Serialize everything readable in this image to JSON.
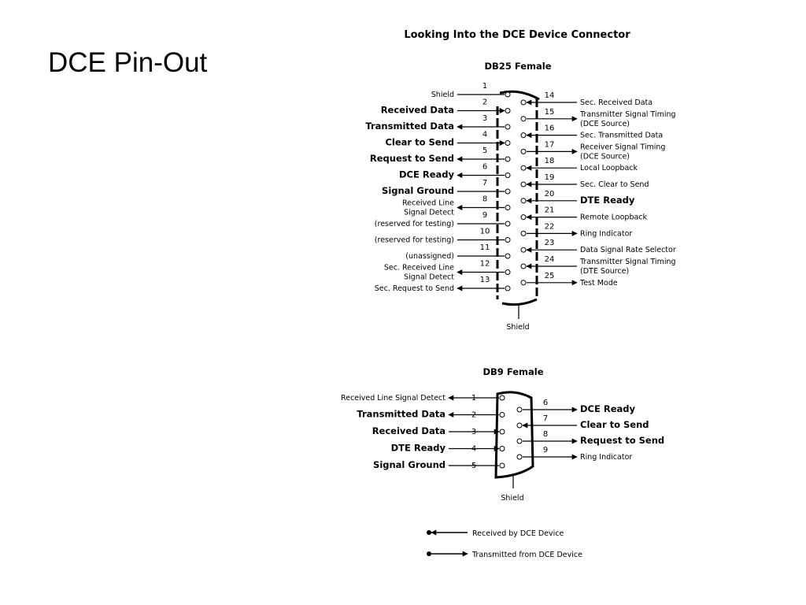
{
  "slide_title": "DCE Pin-Out",
  "diagram_title": "Looking Into the DCE Device Connector",
  "db25": {
    "heading": "DB25 Female",
    "shield_label": "Shield",
    "left_pins": [
      {
        "pin": "1",
        "lines": [
          "Shield"
        ],
        "bold": false,
        "dir": "none"
      },
      {
        "pin": "2",
        "lines": [
          "Received Data"
        ],
        "bold": true,
        "dir": "in"
      },
      {
        "pin": "3",
        "lines": [
          "Transmitted Data"
        ],
        "bold": true,
        "dir": "out"
      },
      {
        "pin": "4",
        "lines": [
          "Clear to Send"
        ],
        "bold": true,
        "dir": "in"
      },
      {
        "pin": "5",
        "lines": [
          "Request to Send"
        ],
        "bold": true,
        "dir": "out"
      },
      {
        "pin": "6",
        "lines": [
          "DCE Ready"
        ],
        "bold": true,
        "dir": "out"
      },
      {
        "pin": "7",
        "lines": [
          "Signal Ground"
        ],
        "bold": true,
        "dir": "none"
      },
      {
        "pin": "8",
        "lines": [
          "Received Line",
          "Signal Detect"
        ],
        "bold": false,
        "dir": "out"
      },
      {
        "pin": "9",
        "lines": [
          "(reserved for testing)"
        ],
        "bold": false,
        "dir": "none"
      },
      {
        "pin": "10",
        "lines": [
          "(reserved for testing)"
        ],
        "bold": false,
        "dir": "none"
      },
      {
        "pin": "11",
        "lines": [
          "(unassigned)"
        ],
        "bold": false,
        "dir": "none"
      },
      {
        "pin": "12",
        "lines": [
          "Sec. Received Line",
          "Signal Detect"
        ],
        "bold": false,
        "dir": "out"
      },
      {
        "pin": "13",
        "lines": [
          "Sec. Request to Send"
        ],
        "bold": false,
        "dir": "out"
      }
    ],
    "right_pins": [
      {
        "pin": "14",
        "lines": [
          "Sec. Received Data"
        ],
        "bold": false,
        "dir": "in"
      },
      {
        "pin": "15",
        "lines": [
          "Transmitter Signal Timing",
          "(DCE Source)"
        ],
        "bold": false,
        "dir": "out"
      },
      {
        "pin": "16",
        "lines": [
          "Sec. Transmitted Data"
        ],
        "bold": false,
        "dir": "in"
      },
      {
        "pin": "17",
        "lines": [
          "Receiver Signal Timing",
          "(DCE Source)"
        ],
        "bold": false,
        "dir": "out"
      },
      {
        "pin": "18",
        "lines": [
          "Local Loopback"
        ],
        "bold": false,
        "dir": "in"
      },
      {
        "pin": "19",
        "lines": [
          "Sec. Clear to Send"
        ],
        "bold": false,
        "dir": "in"
      },
      {
        "pin": "20",
        "lines": [
          "DTE Ready"
        ],
        "bold": true,
        "dir": "in"
      },
      {
        "pin": "21",
        "lines": [
          "Remote Loopback"
        ],
        "bold": false,
        "dir": "in"
      },
      {
        "pin": "22",
        "lines": [
          "Ring Indicator"
        ],
        "bold": false,
        "dir": "out"
      },
      {
        "pin": "23",
        "lines": [
          "Data Signal Rate Selector"
        ],
        "bold": false,
        "dir": "in"
      },
      {
        "pin": "24",
        "lines": [
          "Transmitter Signal Timing",
          "(DTE Source)"
        ],
        "bold": false,
        "dir": "in"
      },
      {
        "pin": "25",
        "lines": [
          "Test Mode"
        ],
        "bold": false,
        "dir": "out"
      }
    ]
  },
  "db9": {
    "heading": "DB9 Female",
    "shield_label": "Shield",
    "left_pins": [
      {
        "pin": "1",
        "lines": [
          "Received Line Signal Detect"
        ],
        "bold": false,
        "dir": "out"
      },
      {
        "pin": "2",
        "lines": [
          "Transmitted Data"
        ],
        "bold": true,
        "dir": "out"
      },
      {
        "pin": "3",
        "lines": [
          "Received Data"
        ],
        "bold": true,
        "dir": "in"
      },
      {
        "pin": "4",
        "lines": [
          "DTE Ready"
        ],
        "bold": true,
        "dir": "in"
      },
      {
        "pin": "5",
        "lines": [
          "Signal Ground"
        ],
        "bold": true,
        "dir": "none"
      }
    ],
    "right_pins": [
      {
        "pin": "6",
        "lines": [
          "DCE Ready"
        ],
        "bold": true,
        "dir": "out"
      },
      {
        "pin": "7",
        "lines": [
          "Clear to Send"
        ],
        "bold": true,
        "dir": "in"
      },
      {
        "pin": "8",
        "lines": [
          "Request to Send"
        ],
        "bold": true,
        "dir": "out"
      },
      {
        "pin": "9",
        "lines": [
          "Ring Indicator"
        ],
        "bold": false,
        "dir": "out"
      }
    ]
  },
  "legend": [
    {
      "text": "Received by DCE Device",
      "dir": "in"
    },
    {
      "text": "Transmitted from DCE Device",
      "dir": "out"
    }
  ]
}
